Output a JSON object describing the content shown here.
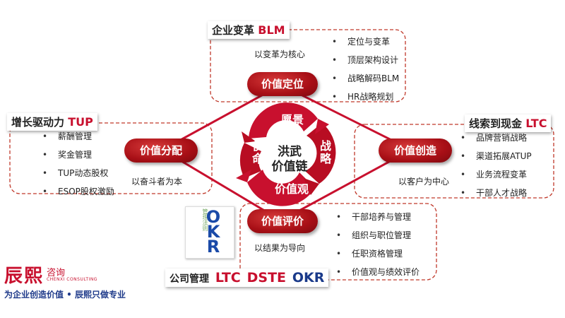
{
  "center": {
    "line1": "洪武",
    "line2": "价值链"
  },
  "ring": {
    "top": "愿景",
    "right": "战略",
    "bottom": "价值观",
    "left": "使命"
  },
  "nodes": {
    "top": "价值定位",
    "left": "价值分配",
    "right": "价值创造",
    "bottom": "价值评价"
  },
  "captions": {
    "top": "以变革为核心",
    "left": "以奋斗者为本",
    "right": "以客户为中心",
    "bottom": "以结果为导向"
  },
  "sections": {
    "top": {
      "title": "企业变革",
      "brand": "BLM",
      "items": [
        "定位与变革",
        "顶层架构设计",
        "战略解码BLM",
        "HR战略规划"
      ]
    },
    "left": {
      "title": "增长驱动力",
      "brand": "TUP",
      "items": [
        "薪酬管理",
        "奖金管理",
        "TUP动态股权",
        "ESOP股权激励"
      ]
    },
    "right": {
      "title": "线索到现金",
      "brand": "LTC",
      "items": [
        "品牌营销战略",
        "渠道拓展ATUP",
        "业务流程变革",
        "干部人才战略"
      ]
    },
    "bottom": {
      "title": "公司管理",
      "brand": "LTC DSTE OKR",
      "brand_parts": [
        "LTC",
        "DSTE",
        "OKR"
      ],
      "items": [
        "干部培养与管理",
        "组织与职位管理",
        "任职资格管理",
        "价值观与绩效评价"
      ]
    }
  },
  "book": {
    "title": "管理法则",
    "brand": "OKR"
  },
  "logo": {
    "name": "辰熙",
    "sub": "咨询",
    "english": "CHENXI CONSULTING"
  },
  "slogan": "为企业创造价值 • 辰熙只做专业",
  "colors": {
    "accent": "#c8102e",
    "border": "#d05050",
    "navy": "#1e3a8a"
  }
}
